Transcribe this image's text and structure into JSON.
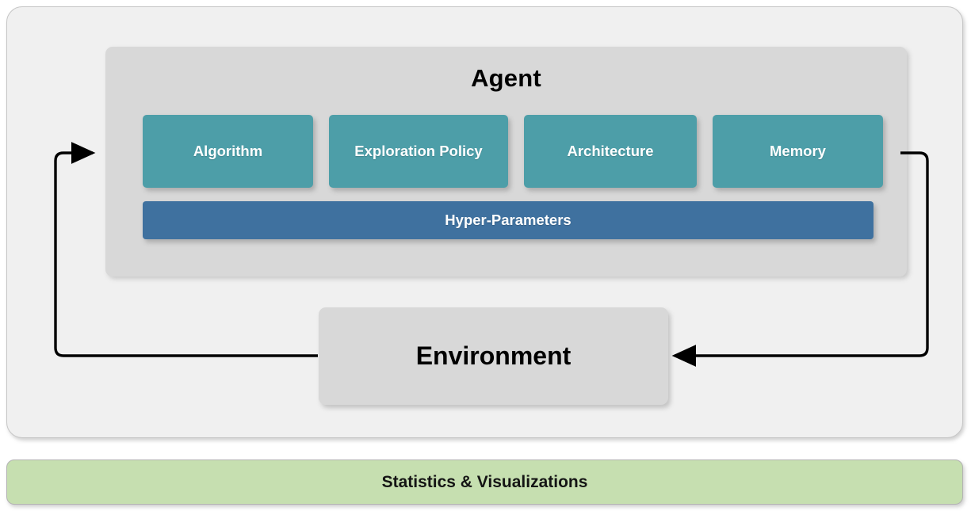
{
  "diagram": {
    "type": "block-diagram",
    "title_visible": false,
    "outer_panel": {
      "name": "rl-loop-panel",
      "fill_color": "#f0f0f0",
      "border_color": "#c6c6c6"
    },
    "agent": {
      "title": "Agent",
      "fill_color": "#d8d8d8",
      "components": [
        {
          "label": "Algorithm",
          "color": "#4d9ea8"
        },
        {
          "label": "Exploration Policy",
          "color": "#4d9ea8"
        },
        {
          "label": "Architecture",
          "color": "#4d9ea8"
        },
        {
          "label": "Memory",
          "color": "#4d9ea8"
        }
      ],
      "hyper_parameters": {
        "label": "Hyper-Parameters",
        "color": "#3f719f"
      }
    },
    "environment": {
      "label": "Environment",
      "fill_color": "#d8d8d8"
    },
    "connections": [
      {
        "name": "environment-to-agent",
        "from": "Environment",
        "to": "Agent",
        "direction": "left-loop",
        "arrow_at": "Agent",
        "color": "#000000"
      },
      {
        "name": "agent-to-environment",
        "from": "Agent",
        "to": "Environment",
        "direction": "right-loop",
        "arrow_at": "Environment",
        "color": "#000000"
      }
    ],
    "statistics_bar": {
      "label": "Statistics & Visualizations",
      "fill_color": "#c6dfb0",
      "border_color": "#b3b3b3"
    }
  }
}
